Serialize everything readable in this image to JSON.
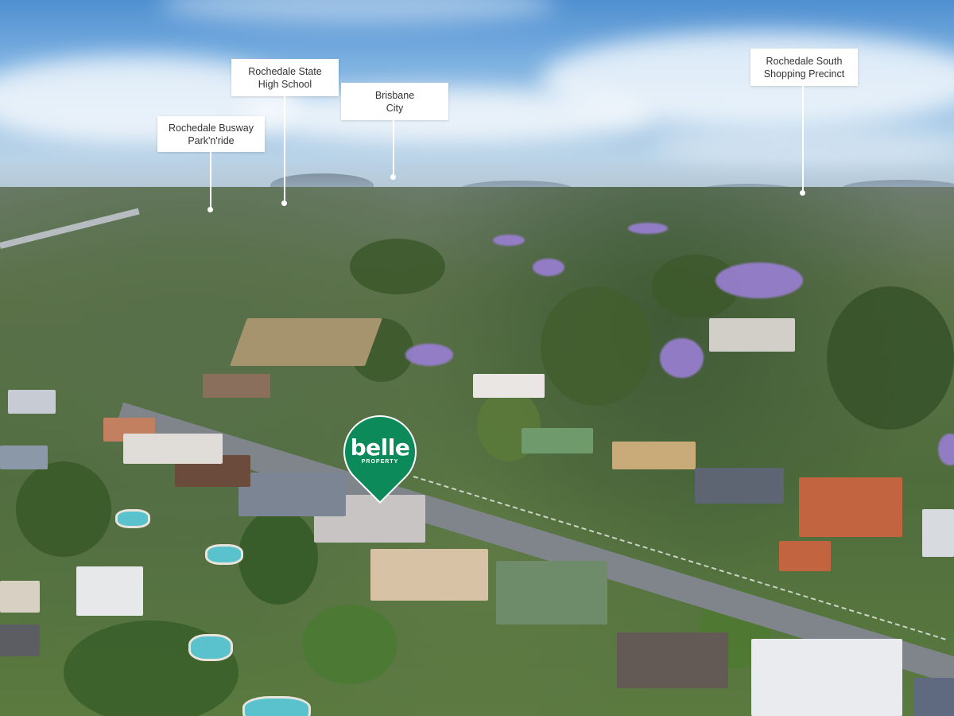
{
  "image": {
    "description": "Aerial drone photo of suburban Rochedale, Brisbane, with location callouts and a real-estate brand pin",
    "colors": {
      "sky_top": "#4f8fd0",
      "sky_horizon": "#c7d9e6",
      "vegetation": "#4f6d3c",
      "jacaranda": "#9a7fd4",
      "road": "#8a8f95",
      "pin_green": "#0c8a5a",
      "callout_bg": "#ffffff",
      "callout_text": "#333333"
    }
  },
  "callouts": [
    {
      "id": "busway",
      "line1": "Rochedale Busway",
      "line2": "Park'n'ride"
    },
    {
      "id": "high-school",
      "line1": "Rochedale State",
      "line2": "High School"
    },
    {
      "id": "brisbane-city",
      "line1": "Brisbane",
      "line2": "City"
    },
    {
      "id": "shopping",
      "line1": "Rochedale South",
      "line2": "Shopping Precinct"
    }
  ],
  "pin": {
    "brand": "belle",
    "sub": "PROPERTY"
  }
}
